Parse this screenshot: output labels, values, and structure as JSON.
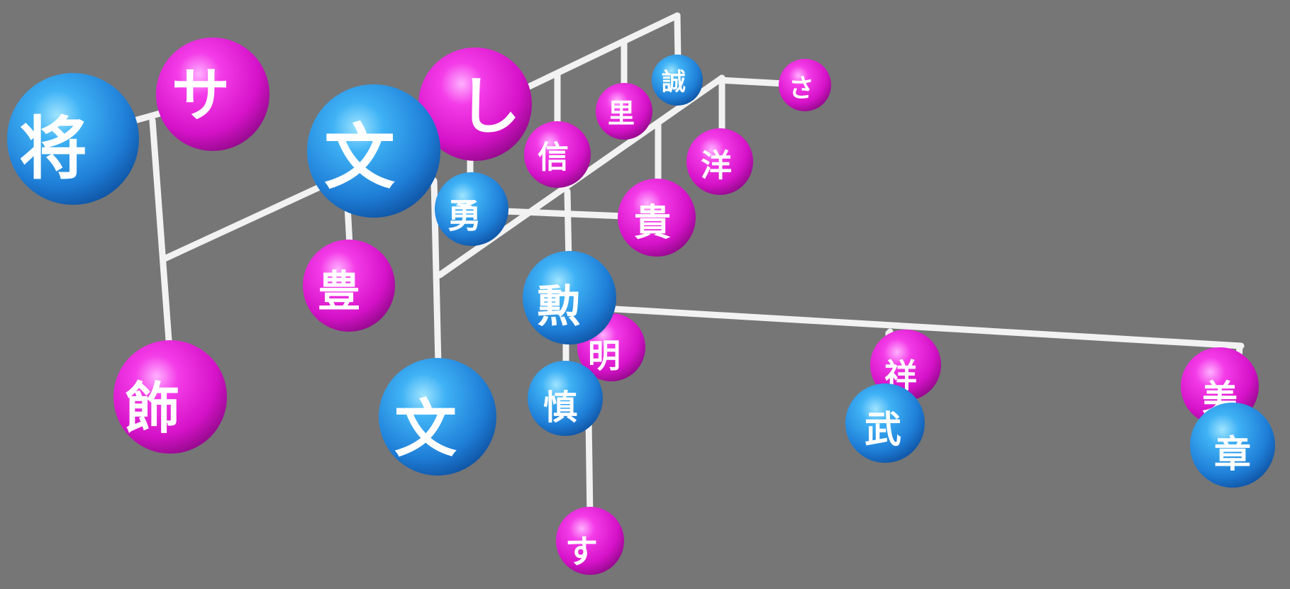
{
  "colors": {
    "background": "#767676",
    "rod": "#f2f2f2",
    "blue_ball": "#2a8fe6",
    "magenta_ball": "#e61fd9",
    "glyph": "#ffffff"
  },
  "spheres": {
    "sho": {
      "label": "将",
      "color": "blue"
    },
    "sa_top": {
      "label": "サ",
      "color": "magenta"
    },
    "bun_top": {
      "label": "文",
      "color": "blue"
    },
    "shi": {
      "label": "し",
      "color": "magenta"
    },
    "sei": {
      "label": "誠",
      "color": "blue"
    },
    "sa_small": {
      "label": "さ",
      "color": "magenta"
    },
    "ri": {
      "label": "里",
      "color": "magenta"
    },
    "shin": {
      "label": "信",
      "color": "magenta"
    },
    "you": {
      "label": "洋",
      "color": "magenta"
    },
    "yuu": {
      "label": "勇",
      "color": "blue"
    },
    "ki": {
      "label": "貴",
      "color": "magenta"
    },
    "hou": {
      "label": "豊",
      "color": "magenta"
    },
    "kun": {
      "label": "勲",
      "color": "blue"
    },
    "mei": {
      "label": "明",
      "color": "magenta"
    },
    "kazari": {
      "label": "飾",
      "color": "magenta"
    },
    "bun_bottom": {
      "label": "文",
      "color": "blue"
    },
    "shin2": {
      "label": "慎",
      "color": "blue"
    },
    "su": {
      "label": "す",
      "color": "magenta"
    },
    "shou": {
      "label": "祥",
      "color": "magenta"
    },
    "bu": {
      "label": "武",
      "color": "blue"
    },
    "bi": {
      "label": "美",
      "color": "magenta"
    },
    "shou2": {
      "label": "章",
      "color": "blue"
    }
  }
}
